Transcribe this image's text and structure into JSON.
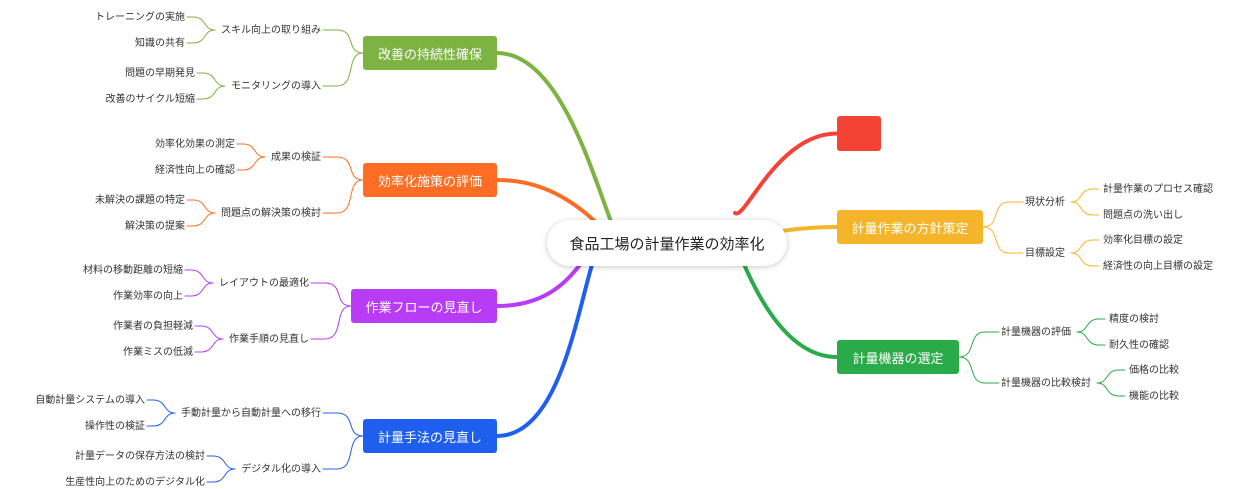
{
  "root": {
    "label": "食品工場の計量作業の効率化"
  },
  "colors": {
    "sustain": "#7cb342",
    "eval": "#ff6d24",
    "flow": "#b83cf5",
    "method": "#1f5ff0",
    "blank": "#f44334",
    "policy": "#f5b52a",
    "equipment": "#2aab4a"
  },
  "left_branches": [
    {
      "label": "改善の持続性確保",
      "subs": [
        {
          "label": "スキル向上の取り組み",
          "leaves": [
            "トレーニングの実施",
            "知識の共有"
          ]
        },
        {
          "label": "モニタリングの導入",
          "leaves": [
            "問題の早期発見",
            "改善のサイクル短縮"
          ]
        }
      ]
    },
    {
      "label": "効率化施策の評価",
      "subs": [
        {
          "label": "成果の検証",
          "leaves": [
            "効率化効果の測定",
            "経済性向上の確認"
          ]
        },
        {
          "label": "問題点の解決策の検討",
          "leaves": [
            "未解決の課題の特定",
            "解決策の提案"
          ]
        }
      ]
    },
    {
      "label": "作業フローの見直し",
      "subs": [
        {
          "label": "レイアウトの最適化",
          "leaves": [
            "材料の移動距離の短縮",
            "作業効率の向上"
          ]
        },
        {
          "label": "作業手順の見直し",
          "leaves": [
            "作業者の負担軽減",
            "作業ミスの低減"
          ]
        }
      ]
    },
    {
      "label": "計量手法の見直し",
      "subs": [
        {
          "label": "手動計量から自動計量への移行",
          "leaves": [
            "自動計量システムの導入",
            "操作性の検証"
          ]
        },
        {
          "label": "デジタル化の導入",
          "leaves": [
            "計量データの保存方法の検討",
            "生産性向上のためのデジタル化"
          ]
        }
      ]
    }
  ],
  "right_branches": [
    {
      "label": "",
      "subs": []
    },
    {
      "label": "計量作業の方針策定",
      "subs": [
        {
          "label": "現状分析",
          "leaves": [
            "計量作業のプロセス確認",
            "問題点の洗い出し"
          ]
        },
        {
          "label": "目標設定",
          "leaves": [
            "効率化目標の設定",
            "経済性の向上目標の設定"
          ]
        }
      ]
    },
    {
      "label": "計量機器の選定",
      "subs": [
        {
          "label": "計量機器の評価",
          "leaves": [
            "精度の検討",
            "耐久性の確認"
          ]
        },
        {
          "label": "計量機器の比較検討",
          "leaves": [
            "価格の比較",
            "機能の比較"
          ]
        }
      ]
    }
  ]
}
